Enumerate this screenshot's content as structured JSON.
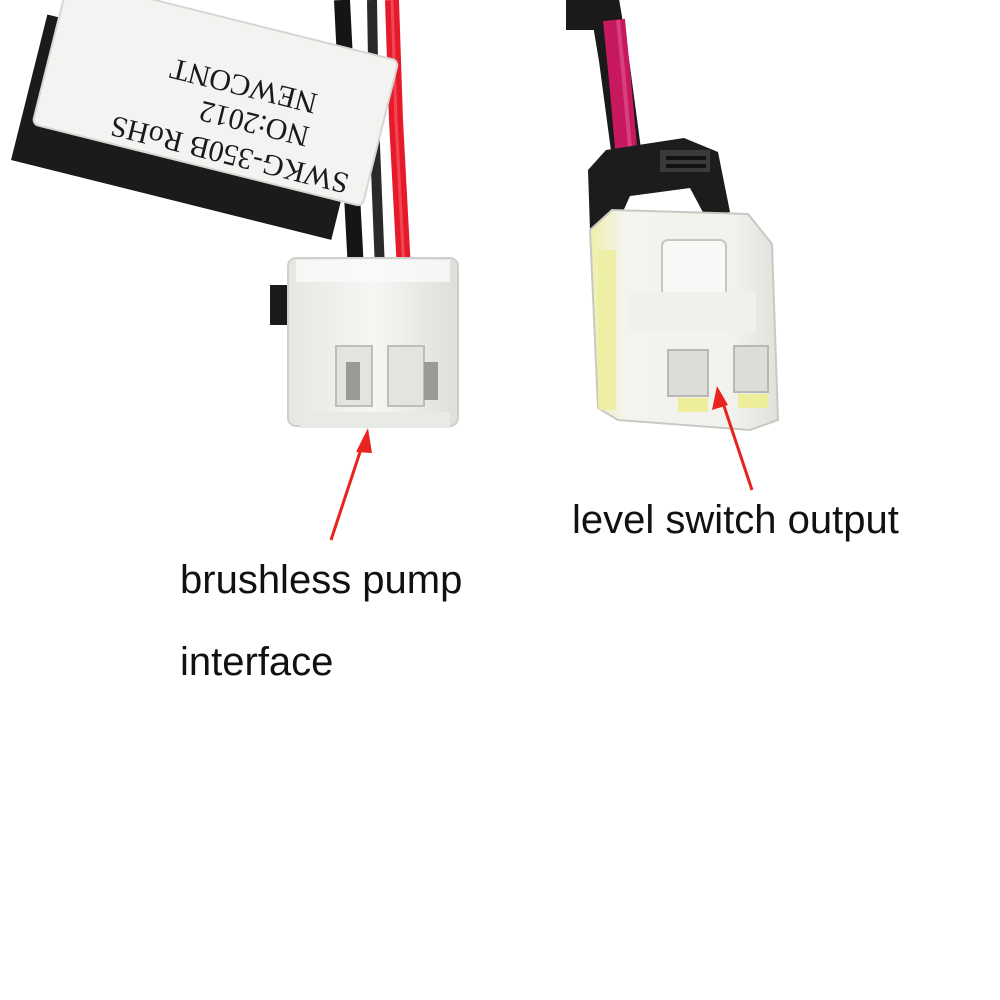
{
  "label_tag": {
    "line1": "SWKG-350B RoHS",
    "line2": "NO:2012",
    "line3": "NEWCONT"
  },
  "annotations": {
    "pump_line1": "brushless pump",
    "pump_line2": "interface",
    "level": "level switch output"
  },
  "colors": {
    "background": "#ffffff",
    "arrow": "#e8231d",
    "wire_red": "#e51a2a",
    "wire_magenta": "#c8185f",
    "wire_black": "#151515",
    "connector_white": "#f1f1ef",
    "text": "#111111"
  }
}
